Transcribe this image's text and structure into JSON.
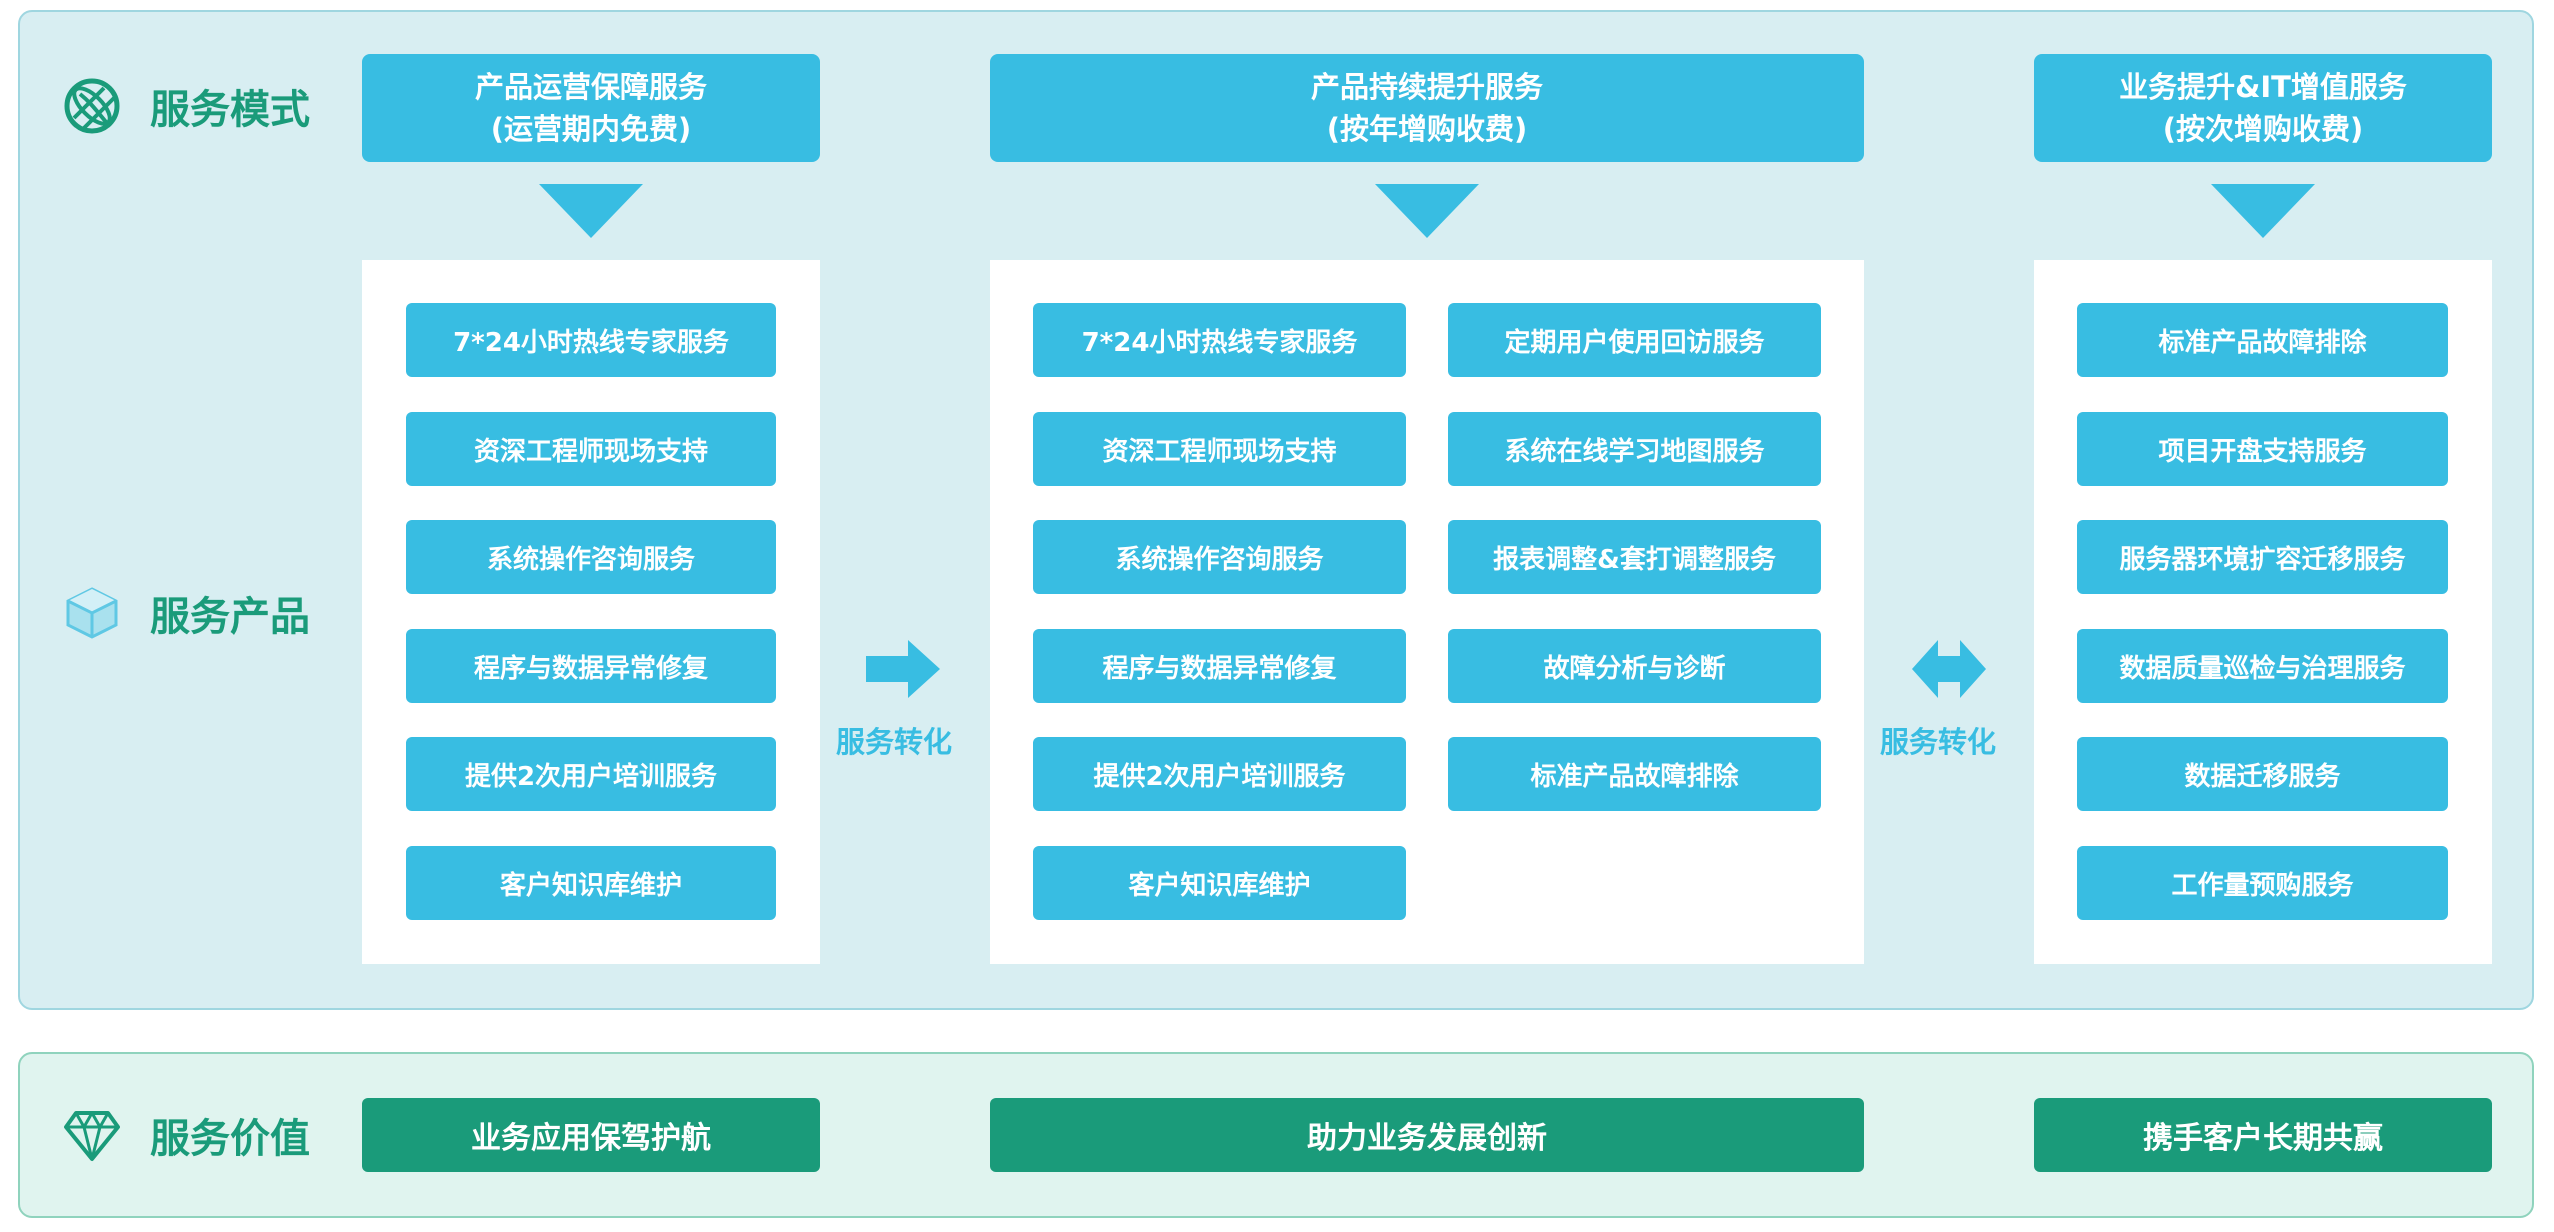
{
  "rows": {
    "mode_label": "服务模式",
    "product_label": "服务产品",
    "value_label": "服务价值"
  },
  "headers": [
    {
      "line1": "产品运营保障服务",
      "line2": "(运营期内免费)"
    },
    {
      "line1": "产品持续提升服务",
      "line2": "(按年增购收费)"
    },
    {
      "line1": "业务提升&IT增值服务",
      "line2": "(按次增购收费)"
    }
  ],
  "col1_items": [
    "7*24小时热线专家服务",
    "资深工程师现场支持",
    "系统操作咨询服务",
    "程序与数据异常修复",
    "提供2次用户培训服务",
    "客户知识库维护"
  ],
  "col2_left_items": [
    "7*24小时热线专家服务",
    "资深工程师现场支持",
    "系统操作咨询服务",
    "程序与数据异常修复",
    "提供2次用户培训服务",
    "客户知识库维护"
  ],
  "col2_right_items": [
    "定期用户使用回访服务",
    "系统在线学习地图服务",
    "报表调整&套打调整服务",
    "故障分析与诊断",
    "标准产品故障排除"
  ],
  "col3_items": [
    "标准产品故障排除",
    "项目开盘支持服务",
    "服务器环境扩容迁移服务",
    "数据质量巡检与治理服务",
    "数据迁移服务",
    "工作量预购服务"
  ],
  "conversion": {
    "label_1": "服务转化",
    "label_2": "服务转化"
  },
  "values": [
    "业务应用保驾护航",
    "助力业务发展创新",
    "携手客户长期共赢"
  ],
  "colors": {
    "header_blue": "#38bde2",
    "item_blue": "#38bde2",
    "value_green": "#1a9b7a",
    "label_green": "#1a9b7a",
    "top_panel_bg": "#d8eef2",
    "bottom_panel_bg": "#e0f4ef"
  },
  "icons": {
    "mode_icon": "globe-icon",
    "product_icon": "cube-icon",
    "value_icon": "diamond-icon",
    "arrow_right": "arrow-right-icon",
    "arrow_both": "arrow-left-right-icon"
  }
}
